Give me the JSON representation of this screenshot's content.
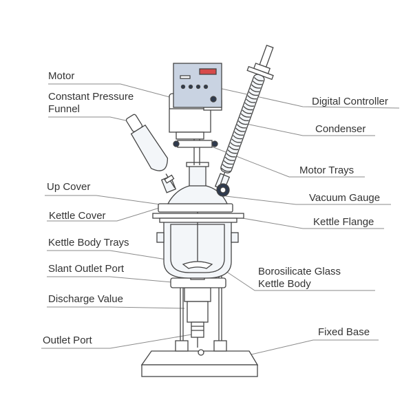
{
  "colors": {
    "stroke": "#444444",
    "leader": "#8a8a8a",
    "panel": "#c9d3e2",
    "panel_dark": "#2e3a4e",
    "display": "#d64a4a",
    "glass": "#f3f6f9",
    "text": "#333333"
  },
  "labels": {
    "motor": "Motor",
    "constant_pressure_funnel": {
      "line1": "Constant Pressure",
      "line2": "Funnel"
    },
    "digital_controller": "Digital Controller",
    "condenser": "Condenser",
    "motor_trays": "Motor Trays",
    "up_cover": "Up Cover",
    "vacuum_gauge": "Vacuum Gauge",
    "kettle_cover": "Kettle Cover",
    "kettle_flange": "Kettle Flange",
    "kettle_body_trays": "Kettle Body Trays",
    "slant_outlet_port": "Slant Outlet Port",
    "borosilicate_glass_kettle_body": {
      "line1": "Borosilicate Glass",
      "line2": "Kettle Body"
    },
    "discharge_value": "Discharge Value",
    "fixed_base": "Fixed Base",
    "outlet_port": "Outlet Port"
  }
}
